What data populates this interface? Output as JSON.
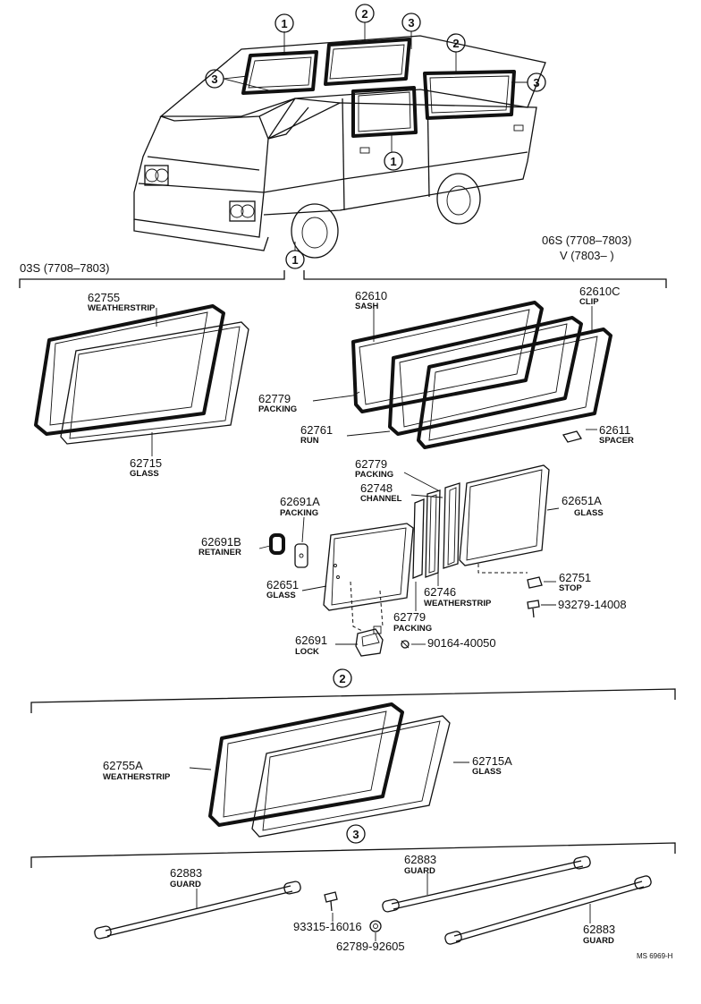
{
  "groups": {
    "g03s": "03S (7708–7803)",
    "g06s": "06S (7708–7803)",
    "gv": "V (7803–         )"
  },
  "callouts": {
    "c1": "1",
    "c2": "2",
    "c3": "3"
  },
  "parts": {
    "p62755": {
      "num": "62755",
      "name": "WEATHERSTRIP"
    },
    "p62715": {
      "num": "62715",
      "name": "GLASS"
    },
    "p62610": {
      "num": "62610",
      "name": "SASH"
    },
    "p62610c": {
      "num": "62610C",
      "name": "CLIP"
    },
    "p62779a": {
      "num": "62779",
      "name": "PACKING"
    },
    "p62761": {
      "num": "62761",
      "name": "RUN"
    },
    "p62611": {
      "num": "62611",
      "name": "SPACER"
    },
    "p62779b": {
      "num": "62779",
      "name": "PACKING"
    },
    "p62748": {
      "num": "62748",
      "name": "CHANNEL"
    },
    "p62651a": {
      "num": "62651A",
      "name": "GLASS"
    },
    "p62691a": {
      "num": "62691A",
      "name": "PACKING"
    },
    "p62691b": {
      "num": "62691B",
      "name": "RETAINER"
    },
    "p62651": {
      "num": "62651",
      "name": "GLASS"
    },
    "p62746": {
      "num": "62746",
      "name": "WEATHERSTRIP"
    },
    "p62751": {
      "num": "62751",
      "name": "STOP"
    },
    "p93279": {
      "num": "93279-14008",
      "name": ""
    },
    "p62779c": {
      "num": "62779",
      "name": "PACKING"
    },
    "p62691": {
      "num": "62691",
      "name": "LOCK"
    },
    "p90164": {
      "num": "90164-40050",
      "name": ""
    },
    "p62755a": {
      "num": "62755A",
      "name": "WEATHERSTRIP"
    },
    "p62715a": {
      "num": "62715A",
      "name": "GLASS"
    },
    "p62883a": {
      "num": "62883",
      "name": "GUARD"
    },
    "p62883b": {
      "num": "62883",
      "name": "GUARD"
    },
    "p62883c": {
      "num": "62883",
      "name": "GUARD"
    },
    "p93315": {
      "num": "93315-16016",
      "name": ""
    },
    "p62789": {
      "num": "62789-92605",
      "name": ""
    }
  },
  "footer": {
    "code": "MS 6969-H"
  }
}
